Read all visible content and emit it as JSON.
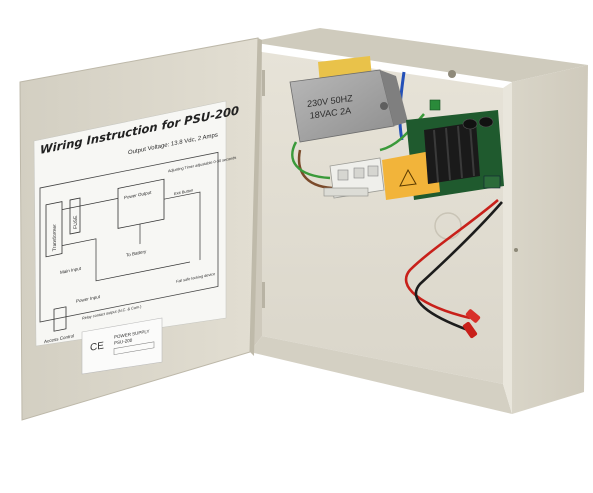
{
  "instruction_sheet": {
    "title": "Wiring Instruction for PSU-200",
    "output_voltage": "Output Voltage: 13.8 Vdc, 2 Amps",
    "labels": {
      "transformer": "Transformer",
      "fuse": "FUSE",
      "mains_input": "Main Input",
      "power_input": "Power Input",
      "power_output": "Power Output",
      "to_battery": "To Battery",
      "exit_button": "Exit Button",
      "access_control": "Access Control",
      "relay_contact": "Relay contact output (N.C. & Com.)",
      "timer_note": "Adjusting Timer adjustable 0-30 seconds",
      "fail_safe": "Fail safe locking device"
    }
  },
  "rating_label": {
    "line1": "POWER SUPPLY",
    "line2": "PSU-200"
  },
  "transformer_label": {
    "line1": "230V 50HZ",
    "line2": "18VAC 2A"
  },
  "colors": {
    "enclosure": "#ddd9cc",
    "enclosure_shadow": "#c7c2b3",
    "inner_wall": "#e4e0d4",
    "warning_label": "#f2b43a",
    "wire_red": "#c8201a",
    "wire_black": "#1c1c1c",
    "wire_blue": "#2350b8",
    "wire_green": "#3a9a3a",
    "wire_brown": "#7a4a2a"
  }
}
